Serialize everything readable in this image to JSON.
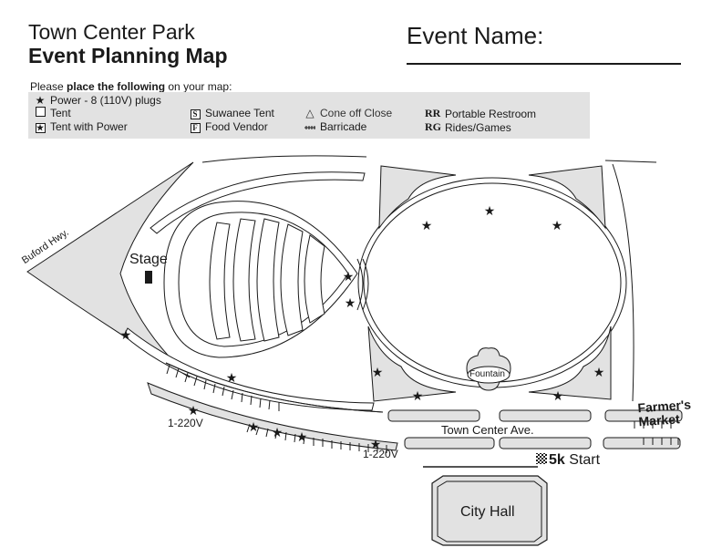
{
  "header": {
    "title_line1": "Town Center Park",
    "title_line2": "Event Planning Map",
    "event_name_label": "Event Name:"
  },
  "instructions": {
    "prefix": "Please ",
    "bold": "place the following",
    "suffix": " on your map:"
  },
  "legend": {
    "items": [
      {
        "symbol": "★",
        "label": "Power - 8 (110V) plugs"
      },
      {
        "symbol": "☐",
        "label": "Tent"
      },
      {
        "symbol": "star-in-box",
        "label": "Tent with Power"
      },
      {
        "symbol": "S",
        "label": "Suwanee Tent"
      },
      {
        "symbol": "F",
        "label": "Food Vendor"
      },
      {
        "symbol": "△",
        "label": "Cone off Close"
      },
      {
        "symbol": "barricade",
        "label": "Barricade"
      },
      {
        "symbol": "RR",
        "label": "Portable Restroom"
      },
      {
        "symbol": "RG",
        "label": "Rides/Games"
      }
    ]
  },
  "map": {
    "labels": {
      "buford_hwy": "Buford Hwy.",
      "stage": "Stage",
      "fountain": "Fountain",
      "town_center_ave": "Town Center Ave.",
      "farmers_market": "Farmer's Market",
      "power_220_left": "1-220V",
      "power_220_right": "1-220V",
      "start": "5k",
      "start_suffix": " Start",
      "city_hall": "City Hall"
    },
    "colors": {
      "fill_gray": "#e2e2e2",
      "stroke": "#1a1a1a"
    }
  }
}
